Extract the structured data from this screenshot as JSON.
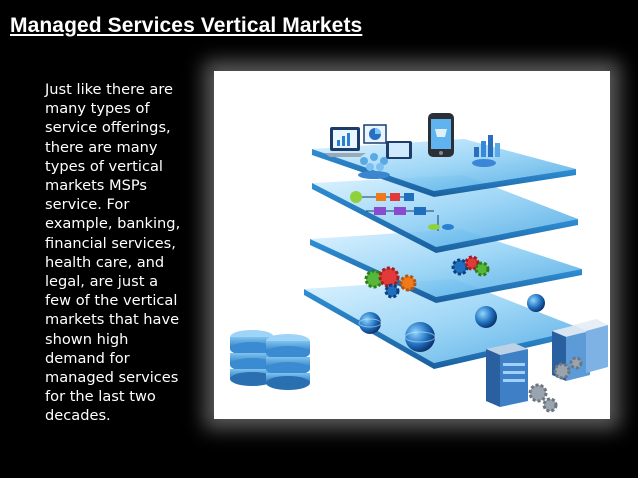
{
  "slide": {
    "title": "Managed Services Vertical Markets",
    "body_lines": [
      "Just like there are",
      "many types of",
      "service offerings,",
      "there are many",
      "types of vertical",
      "markets MSPs",
      "service. For",
      "example, banking,",
      "financial services,",
      "health care, and",
      "legal, are just a",
      "few of the vertical",
      "markets that have",
      "shown high",
      "demand for",
      "managed services",
      "for the last two",
      "decades."
    ]
  },
  "colors": {
    "background": "#000000",
    "text": "#ffffff",
    "layer_blue": "#3aa0e0",
    "layer_light": "#bfe6fb",
    "accent_orange": "#f07a1a",
    "accent_green": "#55b83a"
  },
  "icons": [
    "laptop-chart-icon",
    "smartphone-cart-icon",
    "users-group-icon",
    "bar-chart-icon",
    "pie-chart-icon",
    "flowchart-icon",
    "gears-icon",
    "globe-icon",
    "database-icon",
    "server-icon"
  ]
}
